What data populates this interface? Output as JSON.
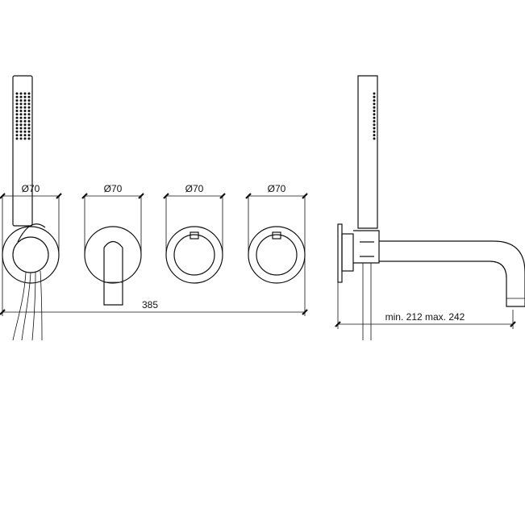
{
  "front_view": {
    "dimension_labels": [
      "Ø70",
      "Ø70",
      "Ø70",
      "Ø70"
    ],
    "overall_width_label": "385"
  },
  "side_view": {
    "projection_label": "min. 212 max. 242"
  },
  "colors": {
    "line": "#111111",
    "background": "#ffffff"
  }
}
